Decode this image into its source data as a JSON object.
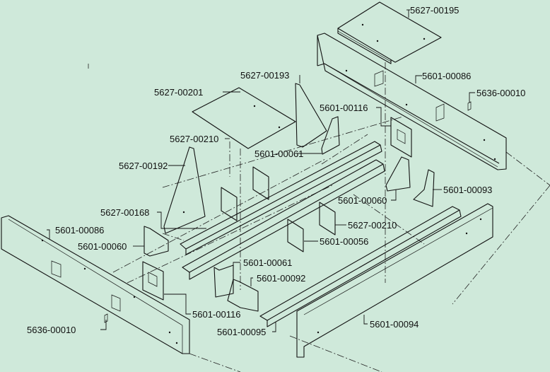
{
  "title": "Frame assembly exploded view",
  "background_color": "#cfe9da",
  "labels": [
    "5627-00195",
    "5601-00086",
    "5636-00010",
    "5627-00193",
    "5627-00201",
    "5601-00116",
    "5627-00210",
    "5601-00061",
    "5627-00192",
    "5601-00060",
    "5601-00093",
    "5627-00168",
    "5601-00086",
    "5627-00210",
    "5601-00056",
    "5601-00060",
    "5601-00061",
    "5601-00092",
    "5601-00116",
    "5601-00095",
    "5601-00094",
    "5636-00010"
  ]
}
